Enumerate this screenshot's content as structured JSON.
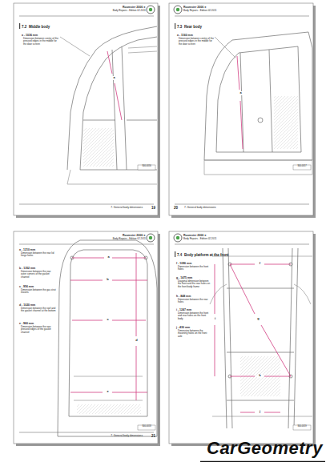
{
  "diagram": {
    "labels": [
      "Roomster 2006 ➤",
      "Body Repairs - Edition 02.2011",
      "7.2",
      "Middle body",
      "a - 1036 mm",
      "Dimension between centre of the pressed edges in the middle for the door screen",
      "a",
      "S00-0056",
      "7. General body dimensions",
      "19",
      "Roomster 2006 ➤",
      "Body Repairs - Edition 02.2011",
      "7.3",
      "Rear body",
      "a - 1160 mm",
      "Dimension between centre of the pressed edges in the middle for the door screen",
      "a",
      "S00-0057",
      "20",
      "7. General body dimensions",
      "Roomster 2006 ➤",
      "Body Repairs - Edition 02.2011",
      "a - 1210 mm",
      "Dimension between the rear lid hinge holes",
      "b - 1352 mm",
      "Dimension between the rear outer corners of the gasket channel",
      "c - 956 mm",
      "Dimension between the gas strut mounts",
      "d - 1020 mm",
      "Dimension between the roof and the gasket channel at the bottom",
      "e - 960 mm",
      "Dimension between the rear pressed edges of the gasket channel",
      "a",
      "b",
      "c",
      "d",
      "e",
      "S00-0058",
      "7. General body dimensions",
      "21",
      "Roomster 2006 ➤",
      "Body Repairs - Edition 02.2011",
      "7.4",
      "Body platform at the front",
      "f - 1090 mm",
      "Dimension between the front holes",
      "g - 1475 mm",
      "Diagonal dimension between the front and the rear holes on the front body frame",
      "h - 848 mm",
      "Dimension between the rear holes",
      "i - 1247 mm",
      "Dimension between the front and rear holes on the front body",
      "j - 430 mm",
      "Dimension between the mounting holes on the front axle",
      "f",
      "g",
      "h",
      "i",
      "j",
      "S00-0059",
      "CarGeometry"
    ]
  }
}
